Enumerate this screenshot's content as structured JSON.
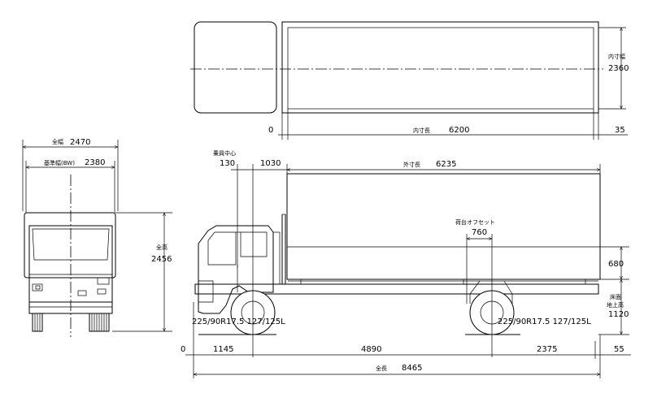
{
  "plan_view": {
    "inner_width_label": "内寸幅",
    "inner_width_value": "2360",
    "zero_label": "0",
    "inner_length_label": "内寸長",
    "inner_length_value": "6200",
    "rear_offset_value": "35"
  },
  "front_view": {
    "overall_width_label": "全幅",
    "overall_width_value": "2470",
    "base_width_label": "基準幅(BW)",
    "base_width_value": "2380",
    "overall_height_label": "全高",
    "overall_height_value": "2456"
  },
  "side_view": {
    "occupant_center_label": "乗員中心",
    "occupant_center_value": "130",
    "cab_gap_value": "1030",
    "outer_length_label": "外寸長",
    "outer_length_value": "6235",
    "deck_offset_label": "荷台オフセット",
    "deck_offset_value": "760",
    "side_rail_value": "680",
    "floor_height_label_1": "床面",
    "floor_height_label_2": "地上高",
    "floor_height_value": "1120",
    "front_tire_spec": "225/90R17.5 127/125L",
    "rear_tire_spec": "225/90R17.5 127/125L",
    "bottom_zero": "0",
    "front_overhang_value": "1145",
    "wheelbase_value": "4890",
    "rear_overhang_value": "2375",
    "rear_end_value": "55",
    "overall_length_label": "全長",
    "overall_length_value": "8465"
  },
  "colors": {
    "line": "#000000",
    "background": "#ffffff"
  }
}
